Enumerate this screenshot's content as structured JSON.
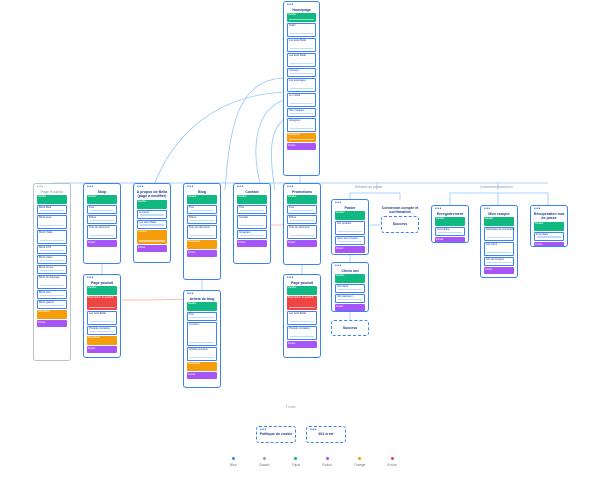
{
  "colors": {
    "bleu": "#3b82f6",
    "gris": "#94a3b8",
    "vert": "#10b981",
    "violet": "#a855f7",
    "orange": "#f59e0b",
    "rouge": "#ef4444"
  },
  "cards": {
    "homepage": {
      "title": "Homepage",
      "sections": [
        "Header",
        "Slider",
        "Les tests Bella",
        "Les tests Bella",
        "Concept",
        "Les avantages",
        "Le mobile",
        "Nos marques",
        "Instagram",
        "Newsletter",
        "Footer"
      ]
    },
    "page_rouleau": {
      "title": "Page Rouleau",
      "sections": [
        "Header",
        "Block Bleu",
        "Block texte",
        "Block Vidéo",
        "Block CTA",
        "Block vidéo",
        "Block bonus",
        "Block témoignage",
        "Block avis",
        "Block galerie",
        "Newsletter",
        "Footer"
      ]
    },
    "shop": {
      "title": "Shop",
      "sections": [
        "Header",
        "Titre",
        "Filtres",
        "Tous les éléments",
        "Footer"
      ]
    },
    "a_propos": {
      "title": "A propos de Bella (page à modifier)",
      "sections": [
        "Header",
        "À propos",
        "Les tests Bella",
        "Contact",
        "Footer"
      ]
    },
    "blog": {
      "title": "Blog",
      "sections": [
        "Header",
        "Titre",
        "Filtres",
        "Tous les éléments",
        "Newsletter",
        "Footer"
      ]
    },
    "contact": {
      "title": "Contact",
      "sections": [
        "Header",
        "Titre",
        "Contact",
        "Instagram",
        "Footer"
      ]
    },
    "promotions": {
      "title": "Promotions",
      "sections": [
        "Header",
        "Titre",
        "Filtres",
        "Tous les éléments",
        "Footer"
      ]
    },
    "panier": {
      "title": "Panier",
      "sections": [
        "Header",
        "Vos produits",
        "Ajout aux produits",
        "Footer"
      ]
    },
    "connexion_compte": {
      "title": "Connexion compte et confirmation"
    },
    "succes_1": {
      "title": "Success"
    },
    "enregistrement": {
      "title": "Enregistrement",
      "sections": [
        "Header",
        "Formulaire",
        "Footer"
      ]
    },
    "mon_compte": {
      "title": "Mon compte",
      "sections": [
        "Header",
        "Historique de commande",
        "Info client",
        "Info de livraison",
        "Footer"
      ]
    },
    "recuperation": {
      "title": "Récupération mot de passe",
      "sections": [
        "Header",
        "Formulaire",
        "Footer"
      ]
    },
    "page_produit_1": {
      "title": "Page produit",
      "sections": [
        "Header",
        "Description du produit",
        "Les tests Bella",
        "Produits similaires",
        "Newsletter",
        "Footer"
      ]
    },
    "article_blog": {
      "title": "Article de blog",
      "sections": [
        "Header",
        "Titre",
        "Contenu",
        "Articles suivants",
        "Newsletter",
        "Footer"
      ]
    },
    "page_produit_2": {
      "title": "Page produit",
      "sections": [
        "Header",
        "Description du produit",
        "Les tests Bella",
        "Produits similaires",
        "Footer"
      ]
    },
    "check_out": {
      "title": "Check out",
      "sections": [
        "Header",
        "Info client",
        "Info paiement",
        "Footer"
      ]
    },
    "succes_2": {
      "title": "Success"
    },
    "politique": {
      "title": "Politique de cookie"
    },
    "err404": {
      "title": "404 error"
    }
  },
  "groups": {
    "relation_panier": "Relation au panier",
    "connexion_inscription": "Connexion/Inscription",
    "footer_group": "Footer"
  },
  "legend": [
    {
      "label": "Bleu",
      "color": "#3b82f6"
    },
    {
      "label": "Classic",
      "color": "#94a3b8"
    },
    {
      "label": "Tripal",
      "color": "#10b981"
    },
    {
      "label": "Fiction",
      "color": "#a855f7"
    },
    {
      "label": "Orange",
      "color": "#f59e0b"
    },
    {
      "label": "Errors",
      "color": "#ef4444"
    }
  ]
}
